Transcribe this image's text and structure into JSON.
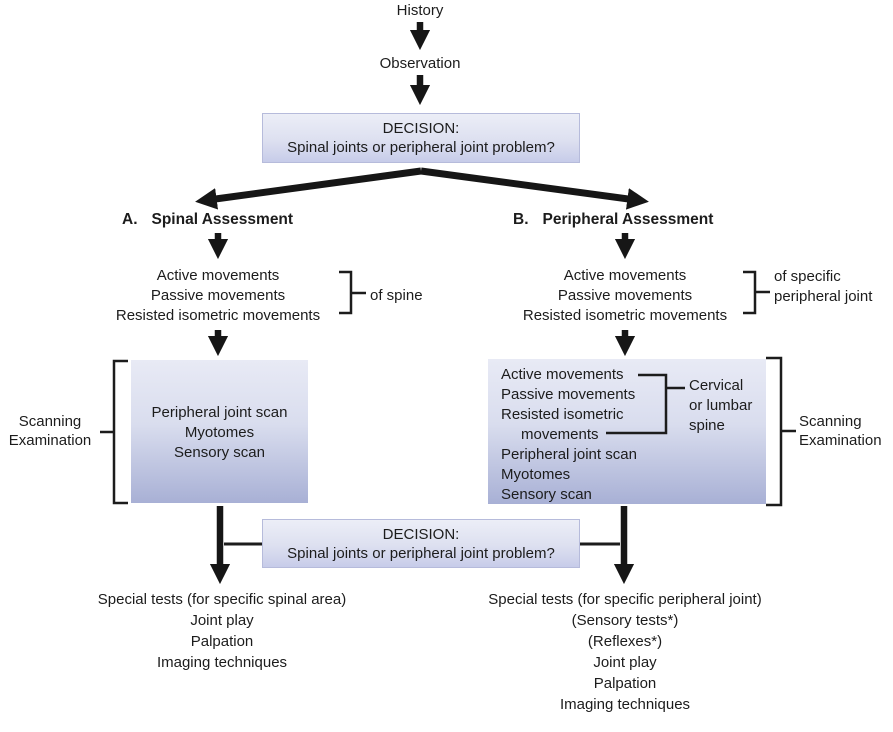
{
  "top": {
    "history": "History",
    "observation": "Observation"
  },
  "decision": {
    "title": "DECISION:",
    "question": "Spinal joints or peripheral joint problem?"
  },
  "branch_a": {
    "label": "A.",
    "title": "Spinal Assessment",
    "movements": [
      "Active movements",
      "Passive movements",
      "Resisted isometric movements"
    ],
    "movements_scope": "of spine",
    "scan_box": [
      "Peripheral joint scan",
      "Myotomes",
      "Sensory scan"
    ],
    "scanning_label_line1": "Scanning",
    "scanning_label_line2": "Examination",
    "final_steps": [
      "Special tests (for specific spinal area)",
      "Joint play",
      "Palpation",
      "Imaging techniques"
    ]
  },
  "branch_b": {
    "label": "B.",
    "title": "Peripheral Assessment",
    "movements": [
      "Active movements",
      "Passive movements",
      "Resisted isometric movements"
    ],
    "movements_scope_line1": "of specific",
    "movements_scope_line2": "peripheral joint",
    "scan_box": [
      "Active movements",
      "Passive movements",
      "Resisted isometric",
      "movements",
      "Peripheral joint scan",
      "Myotomes",
      "Sensory scan"
    ],
    "scan_box_scope": [
      "Cervical",
      "or lumbar",
      "spine"
    ],
    "scanning_label_line1": "Scanning",
    "scanning_label_line2": "Examination",
    "final_steps": [
      "Special tests (for specific peripheral joint)",
      "(Sensory tests*)",
      "(Reflexes*)",
      "Joint play",
      "Palpation",
      "Imaging techniques"
    ]
  },
  "colors": {
    "arrow": "#161616",
    "box_gradient_top": "#e8eaf5",
    "box_gradient_bottom": "#a8b0d5",
    "decision_gradient_top": "#eceef7",
    "decision_gradient_bottom": "#c7cce9"
  }
}
